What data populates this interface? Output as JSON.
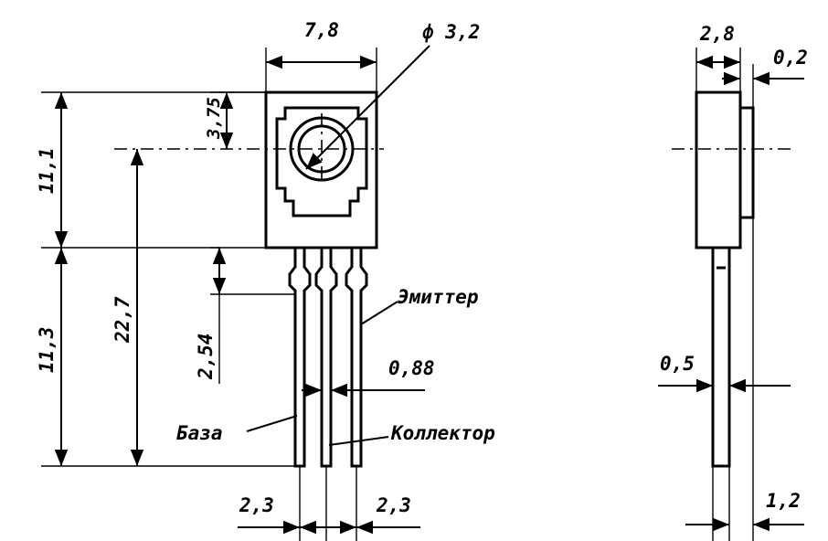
{
  "dimensions": {
    "width_top": "7,8",
    "hole_diameter": "ф 3,2",
    "hole_offset": "3,75",
    "body_height": "11,1",
    "lead_length": "11,3",
    "hole_to_tip": "22,7",
    "lead_shoulder": "2,54",
    "lead_width": "0,88",
    "pitch_left": "2,3",
    "pitch_right": "2,3",
    "side_thickness": "2,8",
    "tab_thickness": "0,2",
    "side_lead_thickness": "0,5",
    "side_lead_offset": "1,2"
  },
  "pins": {
    "emitter": "Эмиттер",
    "base": "База",
    "collector": "Коллектор"
  }
}
